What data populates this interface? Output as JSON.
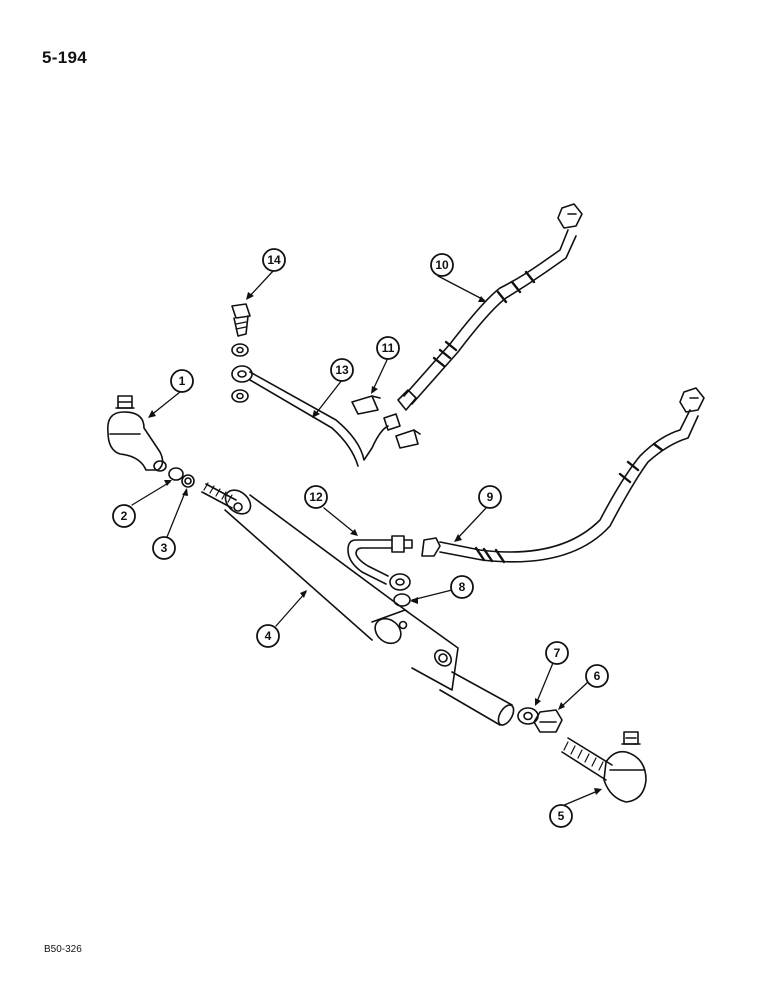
{
  "header": {
    "page_number": "5-194"
  },
  "footer": {
    "figure_ref": "B50-326"
  },
  "callouts": [
    {
      "id": "1",
      "label": "1"
    },
    {
      "id": "2",
      "label": "2"
    },
    {
      "id": "3",
      "label": "3"
    },
    {
      "id": "4",
      "label": "4"
    },
    {
      "id": "5",
      "label": "5"
    },
    {
      "id": "6",
      "label": "6"
    },
    {
      "id": "7",
      "label": "7"
    },
    {
      "id": "8",
      "label": "8"
    },
    {
      "id": "9",
      "label": "9"
    },
    {
      "id": "10",
      "label": "10"
    },
    {
      "id": "11",
      "label": "11"
    },
    {
      "id": "12",
      "label": "12"
    },
    {
      "id": "13",
      "label": "13"
    },
    {
      "id": "14",
      "label": "14"
    }
  ]
}
